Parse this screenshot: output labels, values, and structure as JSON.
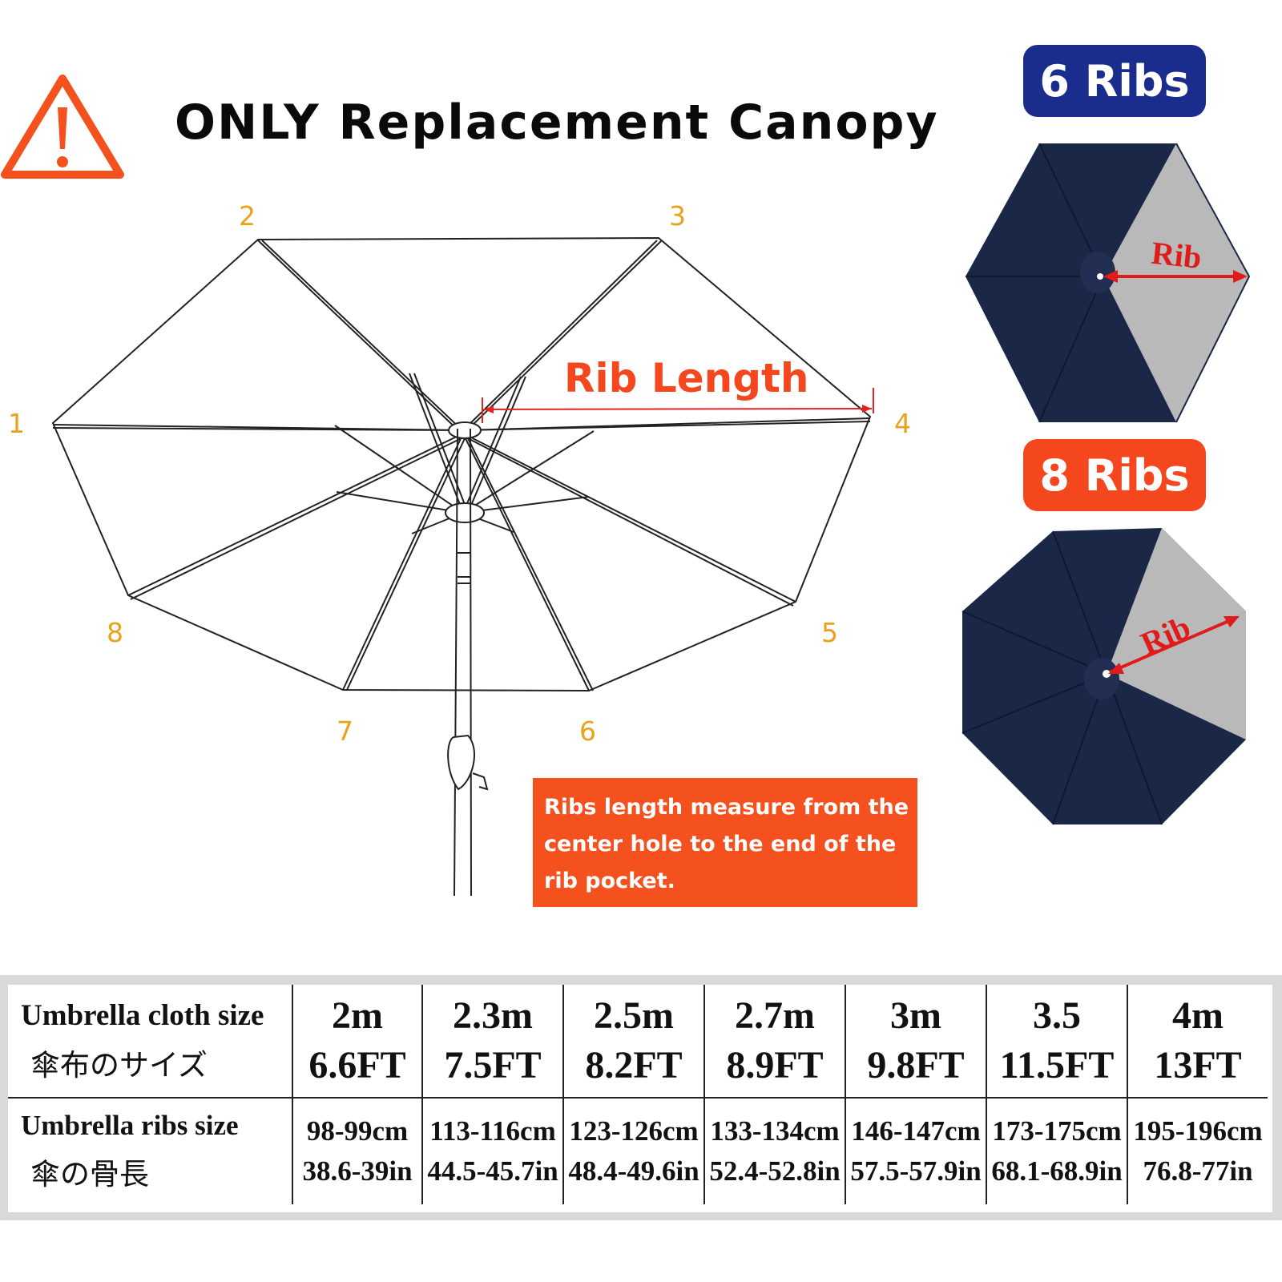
{
  "header": {
    "title": "ONLY Replacement Canopy",
    "warning_icon": "warning-triangle-icon"
  },
  "colors": {
    "accent_orange": "#f4471e",
    "navy": "#1a2c8c",
    "number_gold": "#e8a21c",
    "canopy_navy": "#1b2747",
    "canopy_grey": "#b9b9b9"
  },
  "diagram": {
    "rib_numbers": [
      "1",
      "2",
      "3",
      "4",
      "5",
      "6",
      "7",
      "8"
    ],
    "rib_length_label": "Rib Length",
    "note_lines": [
      "Ribs length measure from the",
      "center hole to the end of the",
      "rib pocket."
    ]
  },
  "variants": [
    {
      "badge": "6 Ribs",
      "rib_label": "Rib"
    },
    {
      "badge": "8 Ribs",
      "rib_label": "Rib"
    }
  ],
  "table": {
    "row1": {
      "label_en": "Umbrella cloth size",
      "label_jp": "傘布のサイズ"
    },
    "row2": {
      "label_en": "Umbrella ribs size",
      "label_jp": "傘の骨長"
    },
    "columns": [
      {
        "size_m": "2m",
        "size_ft": "6.6FT",
        "ribs_cm": "98-99cm",
        "ribs_in": "38.6-39in"
      },
      {
        "size_m": "2.3m",
        "size_ft": "7.5FT",
        "ribs_cm": "113-116cm",
        "ribs_in": "44.5-45.7in"
      },
      {
        "size_m": "2.5m",
        "size_ft": "8.2FT",
        "ribs_cm": "123-126cm",
        "ribs_in": "48.4-49.6in"
      },
      {
        "size_m": "2.7m",
        "size_ft": "8.9FT",
        "ribs_cm": "133-134cm",
        "ribs_in": "52.4-52.8in"
      },
      {
        "size_m": "3m",
        "size_ft": "9.8FT",
        "ribs_cm": "146-147cm",
        "ribs_in": "57.5-57.9in"
      },
      {
        "size_m": "3.5",
        "size_ft": "11.5FT",
        "ribs_cm": "173-175cm",
        "ribs_in": "68.1-68.9in"
      },
      {
        "size_m": "4m",
        "size_ft": "13FT",
        "ribs_cm": "195-196cm",
        "ribs_in": "76.8-77in"
      }
    ]
  }
}
